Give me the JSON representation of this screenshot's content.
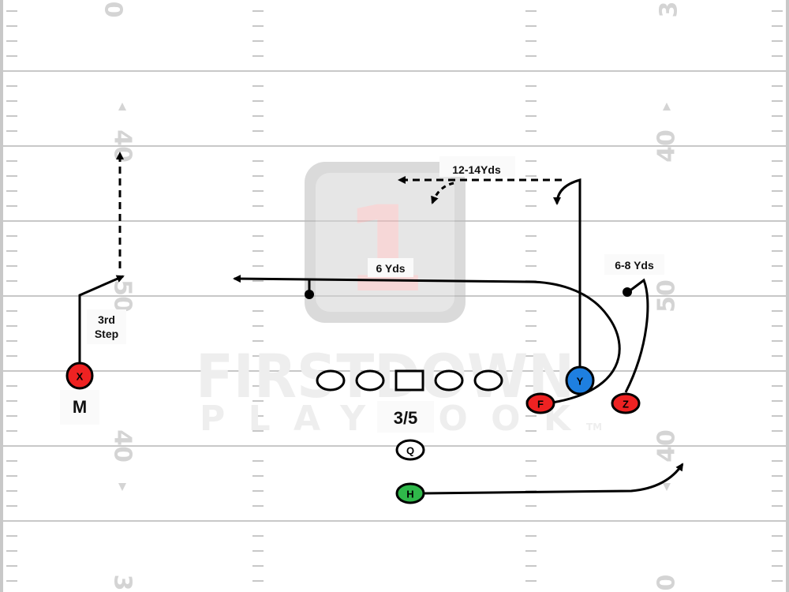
{
  "field": {
    "line_color": "#c8c8c8",
    "yard_numbers": {
      "top_left": "0",
      "top_right": "3",
      "left_upper": "40",
      "right_upper": "40",
      "left_mid": "50",
      "right_mid": "50",
      "left_lower": "40",
      "right_lower": "40",
      "bottom_left": "3",
      "bottom_right": "0"
    }
  },
  "watermark": {
    "logo_numeral": "1",
    "wordmark_top": "FIRSTDOWN",
    "wordmark_bottom": "PLAYBOOK",
    "trademark": "TM"
  },
  "formation": {
    "label": "3/5",
    "side_label": "M"
  },
  "players": {
    "X": {
      "letter": "X",
      "color": "#ee2222"
    },
    "Y": {
      "letter": "Y",
      "color": "#1e7fe0"
    },
    "F": {
      "letter": "F",
      "color": "#ee2222"
    },
    "Z": {
      "letter": "Z",
      "color": "#ee2222"
    },
    "Q": {
      "letter": "Q",
      "color": "#ffffff"
    },
    "H": {
      "letter": "H",
      "color": "#2fb84a"
    }
  },
  "route_labels": {
    "deep": "12-14Yds",
    "cross": "6 Yds",
    "out": "6-8 Yds",
    "step_line1": "3rd",
    "step_line2": "Step"
  }
}
